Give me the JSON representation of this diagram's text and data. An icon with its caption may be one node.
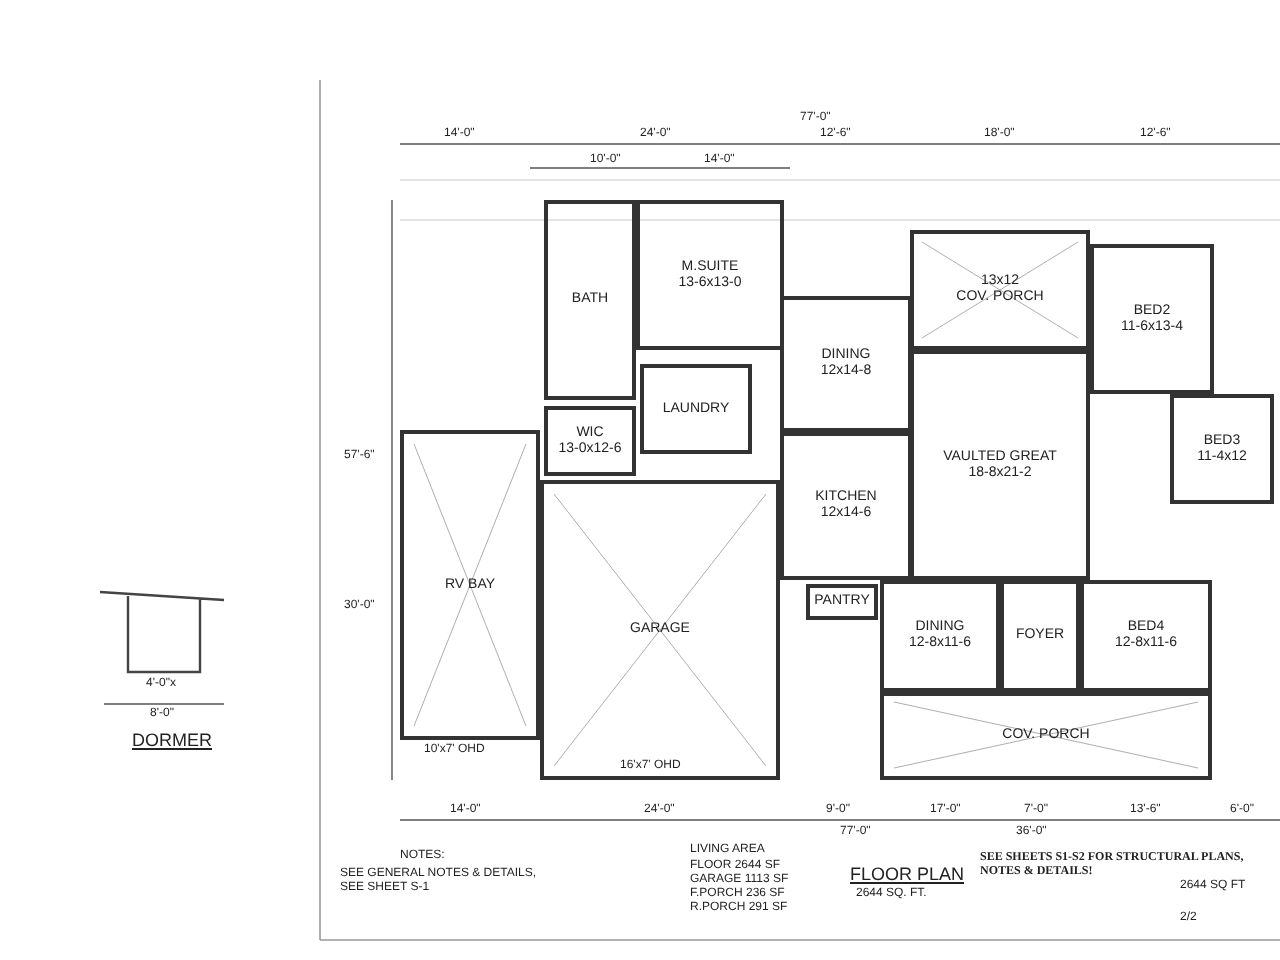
{
  "diagram": {
    "nodes": [
      {
        "text": [
          "BATH"
        ]
      },
      {
        "text": [
          "M.SUITE",
          "13-6x13-0"
        ]
      },
      {
        "text": [
          "LAUNDRY"
        ]
      },
      {
        "text": [
          "WIC",
          "13-0x12-6"
        ]
      },
      {
        "text": [
          "DINING",
          "12x14-8"
        ]
      },
      {
        "text": [
          "KITCHEN",
          "12x14-6"
        ]
      },
      {
        "text": [
          "PANTRY"
        ]
      },
      {
        "text": [
          "13x12",
          "COV. PORCH"
        ]
      },
      {
        "text": [
          "VAULTED GREAT",
          "18-8x21-2"
        ]
      },
      {
        "text": [
          "BED2",
          "11-6x13-4"
        ]
      },
      {
        "text": [
          "BED3",
          "11-4x12"
        ]
      },
      {
        "text": [
          "RV BAY"
        ]
      },
      {
        "text": [
          "GARAGE"
        ]
      },
      {
        "text": [
          "DINING",
          "12-8x11-6"
        ]
      },
      {
        "text": [
          "FOYER"
        ]
      },
      {
        "text": [
          "BED4",
          "12-8x11-6"
        ]
      },
      {
        "text": [
          "COV. PORCH"
        ]
      }
    ],
    "labels": [
      "14'-0\"",
      "24'-0\"",
      "77'-0\"",
      "12'-6\"",
      "18'-0\"",
      "12'-6\"",
      "10'-0\"",
      "14'-0\"",
      "57'-6\"",
      "30'-0\"",
      "10'x7' OHD",
      "16'x7' OHD",
      "14'-0\"",
      "24'-0\"",
      "9'-0\"",
      "17'-0\"",
      "7'-0\"",
      "13'-6\"",
      "6'-0\"",
      "77'-0\"",
      "36'-0\"",
      "4'-0\"x",
      "8'-0\"",
      "DORMER",
      "NOTES:",
      "SEE GENERAL NOTES & DETAILS, SEE SHEET S-1",
      "LIVING AREA",
      "FLOOR 2644 SF",
      "GARAGE 1113 SF",
      "F.PORCH 236 SF",
      "R.PORCH 291 SF",
      "FLOOR PLAN",
      "2644 SQ. FT.",
      "SEE SHEETS S1-S2 FOR STRUCTURAL PLANS, NOTES & DETAILS!",
      "2644 SQ FT",
      "2/2"
    ]
  }
}
